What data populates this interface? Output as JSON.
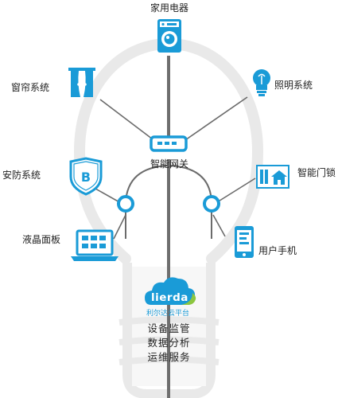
{
  "center": {
    "label": "智能网关",
    "icon": "gateway-router-icon"
  },
  "nodes": [
    {
      "id": "appliance",
      "label": "家用电器",
      "icon": "washing-machine-icon"
    },
    {
      "id": "curtain",
      "label": "窗帘系统",
      "icon": "curtain-icon"
    },
    {
      "id": "lighting",
      "label": "照明系统",
      "icon": "light-bulb-icon"
    },
    {
      "id": "security",
      "label": "安防系统",
      "icon": "shield-icon"
    },
    {
      "id": "lock",
      "label": "智能门锁",
      "icon": "door-lock-icon"
    },
    {
      "id": "lcd",
      "label": "液晶面板",
      "icon": "laptop-panel-icon"
    },
    {
      "id": "phone",
      "label": "用户手机",
      "icon": "smartphone-icon"
    }
  ],
  "platform": {
    "logo_text": "lierda",
    "logo_sub": "利尔达云平台",
    "services": [
      "设备监管",
      "数据分析",
      "运维服务"
    ],
    "icon": "cloud-icon"
  },
  "colors": {
    "accent": "#1a9bd7",
    "bulb_outline": "#e9e9e9",
    "line": "#6b6b6b",
    "trunk": "#6e6e6e"
  }
}
